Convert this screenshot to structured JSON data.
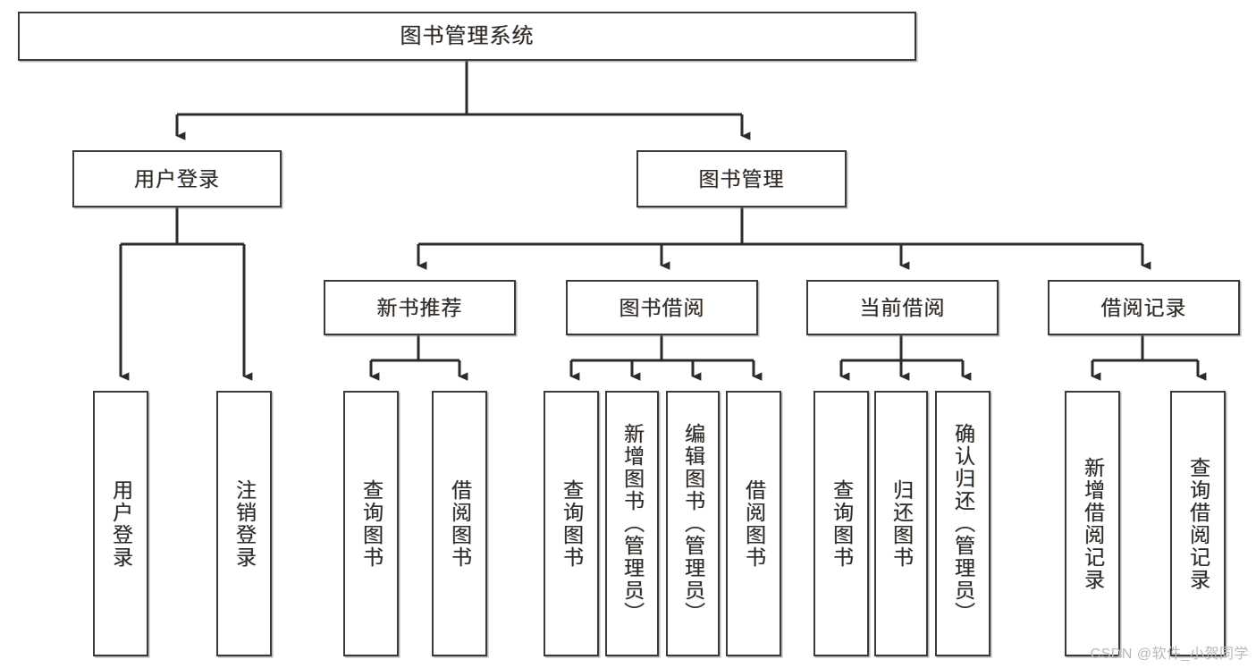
{
  "diagram": {
    "title": "图书管理系统",
    "root": {
      "id": "root",
      "label": "图书管理系统"
    },
    "level2": [
      {
        "id": "user-login",
        "label": "用户登录"
      },
      {
        "id": "book-manage",
        "label": "图书管理"
      }
    ],
    "level3": [
      {
        "id": "new-book-recommend",
        "label": "新书推荐"
      },
      {
        "id": "book-borrow",
        "label": "图书借阅"
      },
      {
        "id": "current-borrow",
        "label": "当前借阅"
      },
      {
        "id": "borrow-record",
        "label": "借阅记录"
      }
    ],
    "leaves": {
      "user_login": [
        {
          "id": "leaf-user-login",
          "label": "用户登录"
        },
        {
          "id": "leaf-logout-login",
          "label": "注销登录"
        }
      ],
      "new_book_recommend": [
        {
          "id": "leaf-query-book-1",
          "label": "查询图书"
        },
        {
          "id": "leaf-borrow-book-1",
          "label": "借阅图书"
        }
      ],
      "book_borrow": [
        {
          "id": "leaf-query-book-2",
          "label": "查询图书"
        },
        {
          "id": "leaf-add-book",
          "label": "新增图书（管理员）"
        },
        {
          "id": "leaf-edit-book",
          "label": "编辑图书（管理员）"
        },
        {
          "id": "leaf-borrow-book-2",
          "label": "借阅图书"
        }
      ],
      "current_borrow": [
        {
          "id": "leaf-query-book-3",
          "label": "查询图书"
        },
        {
          "id": "leaf-return-book",
          "label": "归还图书"
        },
        {
          "id": "leaf-confirm-return",
          "label": "确认归还（管理员）"
        }
      ],
      "borrow_record": [
        {
          "id": "leaf-add-record",
          "label": "新增借阅记录"
        },
        {
          "id": "leaf-query-record",
          "label": "查询借阅记录"
        }
      ]
    }
  },
  "watermark": {
    "text": "CSDN @软件_小贺同学"
  },
  "colors": {
    "box_border": "#3a3a3a",
    "box_fill": "#ffffff",
    "edge": "#2b2b2b",
    "text": "#2b2b2b",
    "watermark": "#b9b9b9",
    "background": "#ffffff"
  }
}
